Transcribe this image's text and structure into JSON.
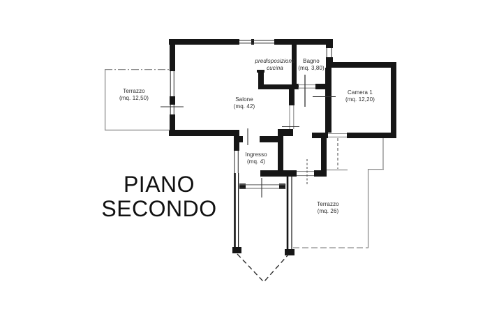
{
  "title": {
    "line1": "PIANO",
    "line2": "SECONDO"
  },
  "rooms": {
    "terrazzo1": {
      "name": "Terrazzo",
      "area": "(mq. 12,50)"
    },
    "salone": {
      "name": "Salone",
      "area": "(mq. 42)"
    },
    "cucina": {
      "name": "predisposizione",
      "area": "cucina"
    },
    "bagno": {
      "name": "Bagno",
      "area": "(mq. 3,80)"
    },
    "camera1": {
      "name": "Camera 1",
      "area": "(mq. 12,20)"
    },
    "ingresso": {
      "name": "Ingresso",
      "area": "(mq. 4)"
    },
    "terrazzo2": {
      "name": "Terrazzo",
      "area": "(mq. 26)"
    }
  },
  "colors": {
    "ink": "#161616",
    "thin": "#3a3a3a",
    "door": "#8a8a8a",
    "terrace": "#8c8c8c"
  }
}
